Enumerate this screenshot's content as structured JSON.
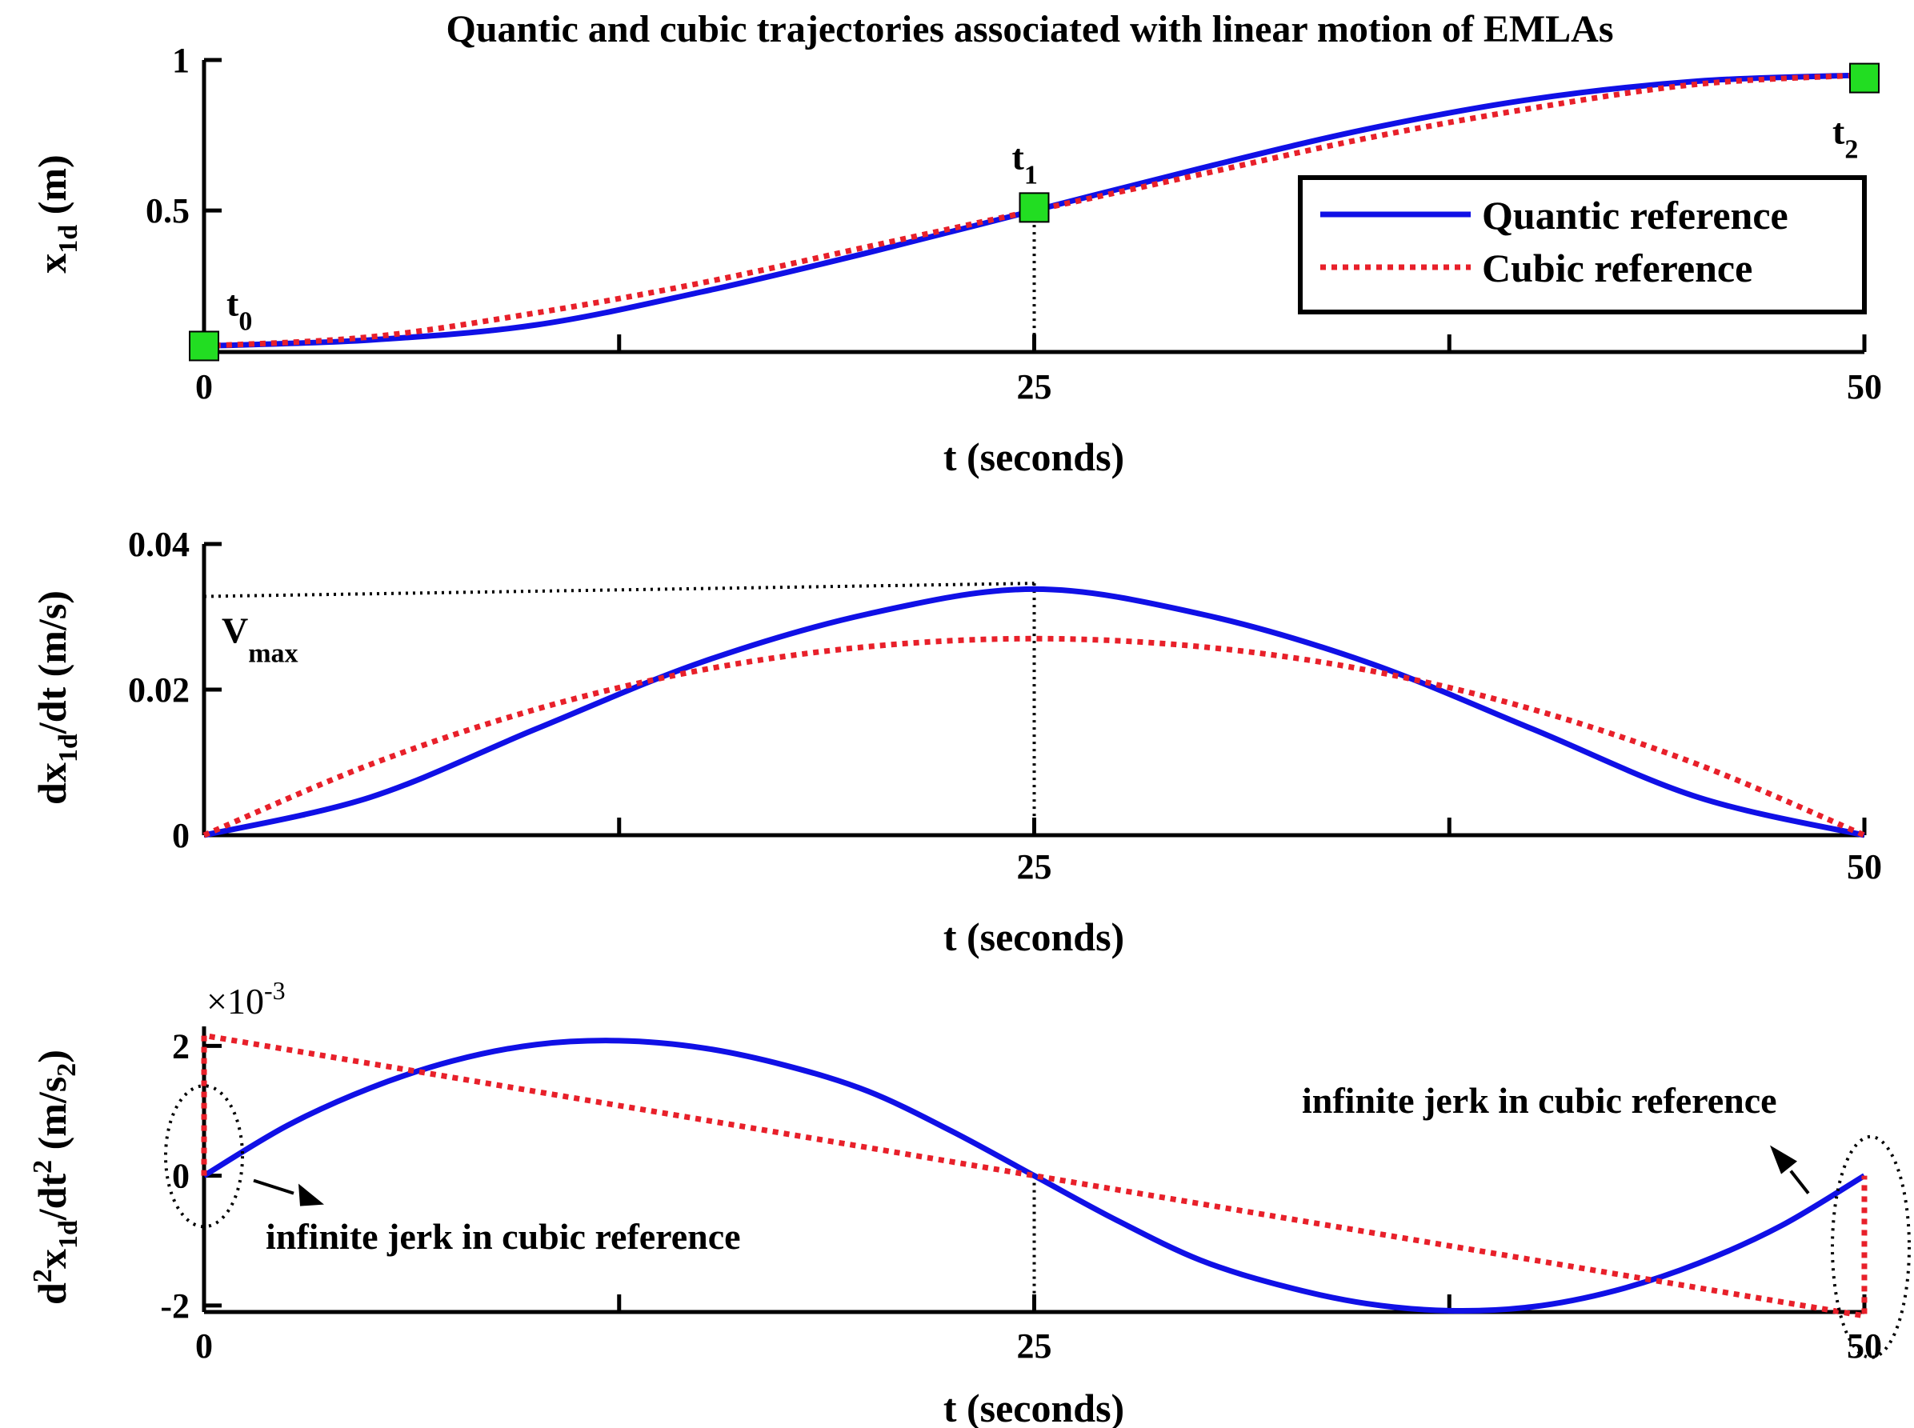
{
  "title": "Quantic and cubic trajectories associated with linear motion of EMLAs",
  "colors": {
    "quantic": "#1010e6",
    "cubic": "#e8202a",
    "waypoint": "#22dd22",
    "axis": "#000000"
  },
  "legend": {
    "placement": "right (top panel)",
    "entries": [
      "Quantic reference",
      "Cubic reference"
    ]
  },
  "chart_data": [
    {
      "type": "line",
      "panel": "position",
      "xlabel": "t (seconds)",
      "ylabel": {
        "base": "x",
        "sub": "1d",
        "unit": "(m)"
      },
      "xlim": [
        0,
        50
      ],
      "ylim": [
        0.03,
        1
      ],
      "xticks": [
        "0",
        "25",
        "50"
      ],
      "yticks": [
        "0.5",
        "1"
      ],
      "series": [
        {
          "name": "Quantic reference",
          "x": [
            0,
            5,
            10,
            15,
            20,
            25,
            30,
            35,
            40,
            45,
            50
          ],
          "y": [
            0.05,
            0.07,
            0.12,
            0.23,
            0.36,
            0.5,
            0.64,
            0.77,
            0.87,
            0.93,
            0.95
          ]
        },
        {
          "name": "Cubic reference",
          "x": [
            0,
            5,
            10,
            15,
            20,
            25,
            30,
            35,
            40,
            45,
            50
          ],
          "y": [
            0.05,
            0.08,
            0.16,
            0.26,
            0.38,
            0.5,
            0.62,
            0.74,
            0.84,
            0.92,
            0.95
          ]
        }
      ],
      "waypoints": [
        {
          "label": "t",
          "sub": "0",
          "x": 0,
          "y": 0.05
        },
        {
          "label": "t",
          "sub": "1",
          "x": 25,
          "y": 0.51
        },
        {
          "label": "t",
          "sub": "2",
          "x": 50,
          "y": 0.94
        }
      ],
      "grid": false
    },
    {
      "type": "line",
      "panel": "velocity",
      "xlabel": "t (seconds)",
      "ylabel": {
        "base": "dx",
        "sub": "1d",
        "tail": "/dt",
        "unit": "(m/s)"
      },
      "xlim": [
        0,
        50
      ],
      "ylim": [
        0,
        0.04
      ],
      "xticks": [
        "",
        "25",
        "50"
      ],
      "yticks": [
        "0",
        "0.02",
        "0.04"
      ],
      "series": [
        {
          "name": "Quantic reference",
          "x": [
            0,
            5,
            10,
            15,
            20,
            25,
            30,
            35,
            40,
            45,
            50
          ],
          "y": [
            0,
            0.0052,
            0.0146,
            0.0238,
            0.0304,
            0.0338,
            0.0304,
            0.0238,
            0.0146,
            0.0052,
            0
          ]
        },
        {
          "name": "Cubic reference",
          "x": [
            0,
            5,
            10,
            15,
            20,
            25,
            30,
            35,
            40,
            45,
            50
          ],
          "y": [
            0,
            0.0097,
            0.0173,
            0.0227,
            0.0259,
            0.027,
            0.0259,
            0.0227,
            0.0173,
            0.0097,
            0
          ]
        }
      ],
      "annotation": {
        "label": "V",
        "sub": "max",
        "y": 0.0328
      },
      "grid": false
    },
    {
      "type": "line",
      "panel": "acceleration",
      "xlabel": "t (seconds)",
      "ylabel": {
        "base": "d",
        "sup1": "2",
        "mid": "x",
        "sub": "1d",
        "tail": "/dt",
        "sup2": "2",
        "unit": "(m/s",
        "unitSub": "2",
        "unitEnd": ")"
      },
      "scale_note": "×10",
      "scale_exp": "-3",
      "xlim": [
        0,
        50
      ],
      "ylim": [
        -2.1,
        2.3
      ],
      "xticks": [
        "0",
        "25",
        "50"
      ],
      "yticks": [
        "-2",
        "0",
        "2"
      ],
      "series": [
        {
          "name": "Quantic reference",
          "x": [
            0,
            2.5,
            5,
            7.5,
            10,
            12.5,
            15,
            17.5,
            20,
            22.5,
            25,
            27.5,
            30,
            32.5,
            35,
            37.5,
            40,
            42.5,
            45,
            47.5,
            50
          ],
          "y": [
            0,
            0.77,
            1.35,
            1.77,
            2.02,
            2.08,
            1.97,
            1.7,
            1.3,
            0.69,
            0,
            -0.69,
            -1.3,
            -1.7,
            -1.97,
            -2.08,
            -2.02,
            -1.77,
            -1.35,
            -0.77,
            0
          ]
        },
        {
          "name": "Cubic reference",
          "x": [
            0,
            0.001,
            25,
            49.999,
            50
          ],
          "y": [
            0,
            2.16,
            0,
            -2.16,
            0
          ]
        }
      ],
      "annotations": [
        "infinite jerk in cubic reference",
        "infinite jerk in cubic reference"
      ],
      "grid": false
    }
  ]
}
